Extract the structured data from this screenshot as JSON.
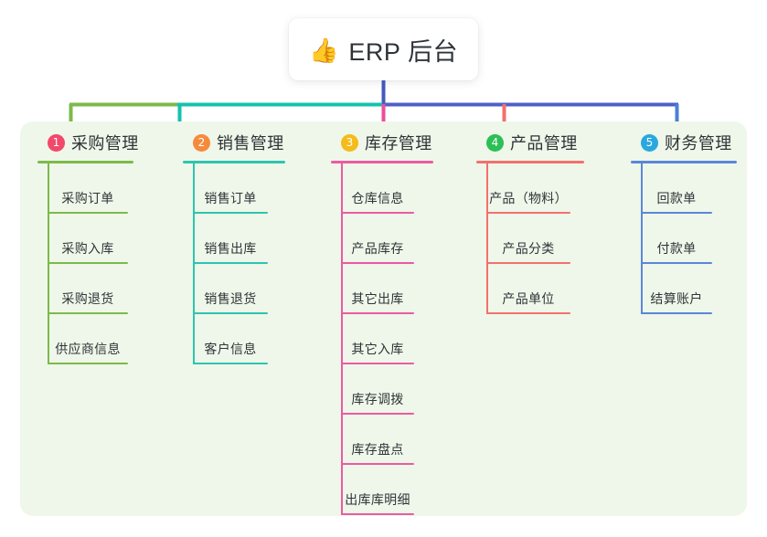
{
  "diagram": {
    "root": {
      "icon": "thumbs-up-icon",
      "icon_glyph": "👍",
      "title": "ERP 后台"
    },
    "background_color": "#eef7e9",
    "canvas_color": "#ffffff",
    "trunk_color": "#4559bd",
    "columns": [
      {
        "number": "1",
        "badge_color": "#f2486a",
        "line_color": "#7cba4a",
        "connector_color": "#7cba4a",
        "title": "采购管理",
        "items": [
          "采购订单",
          "采购入库",
          "采购退货",
          "供应商信息"
        ]
      },
      {
        "number": "2",
        "badge_color": "#f68a3c",
        "line_color": "#2ec4b0",
        "connector_color": "#14c2ae",
        "title": "销售管理",
        "items": [
          "销售订单",
          "销售出库",
          "销售退货",
          "客户信息"
        ]
      },
      {
        "number": "3",
        "badge_color": "#f4bb1b",
        "line_color": "#ec5aa3",
        "connector_color": "#ed4e9b",
        "title": "库存管理",
        "items": [
          "仓库信息",
          "产品库存",
          "其它出库",
          "其它入库",
          "库存调拨",
          "库存盘点",
          "出库库明细"
        ]
      },
      {
        "number": "4",
        "badge_color": "#2cbf56",
        "line_color": "#f4706e",
        "connector_color": "#f4706e",
        "title": "产品管理",
        "items": [
          "产品（物料）",
          "产品分类",
          "产品单位"
        ]
      },
      {
        "number": "5",
        "badge_color": "#29a8df",
        "line_color": "#5b86d8",
        "connector_color": "#4a7fd4",
        "title": "财务管理",
        "items": [
          "回款单",
          "付款单",
          "结算账户"
        ]
      }
    ]
  }
}
